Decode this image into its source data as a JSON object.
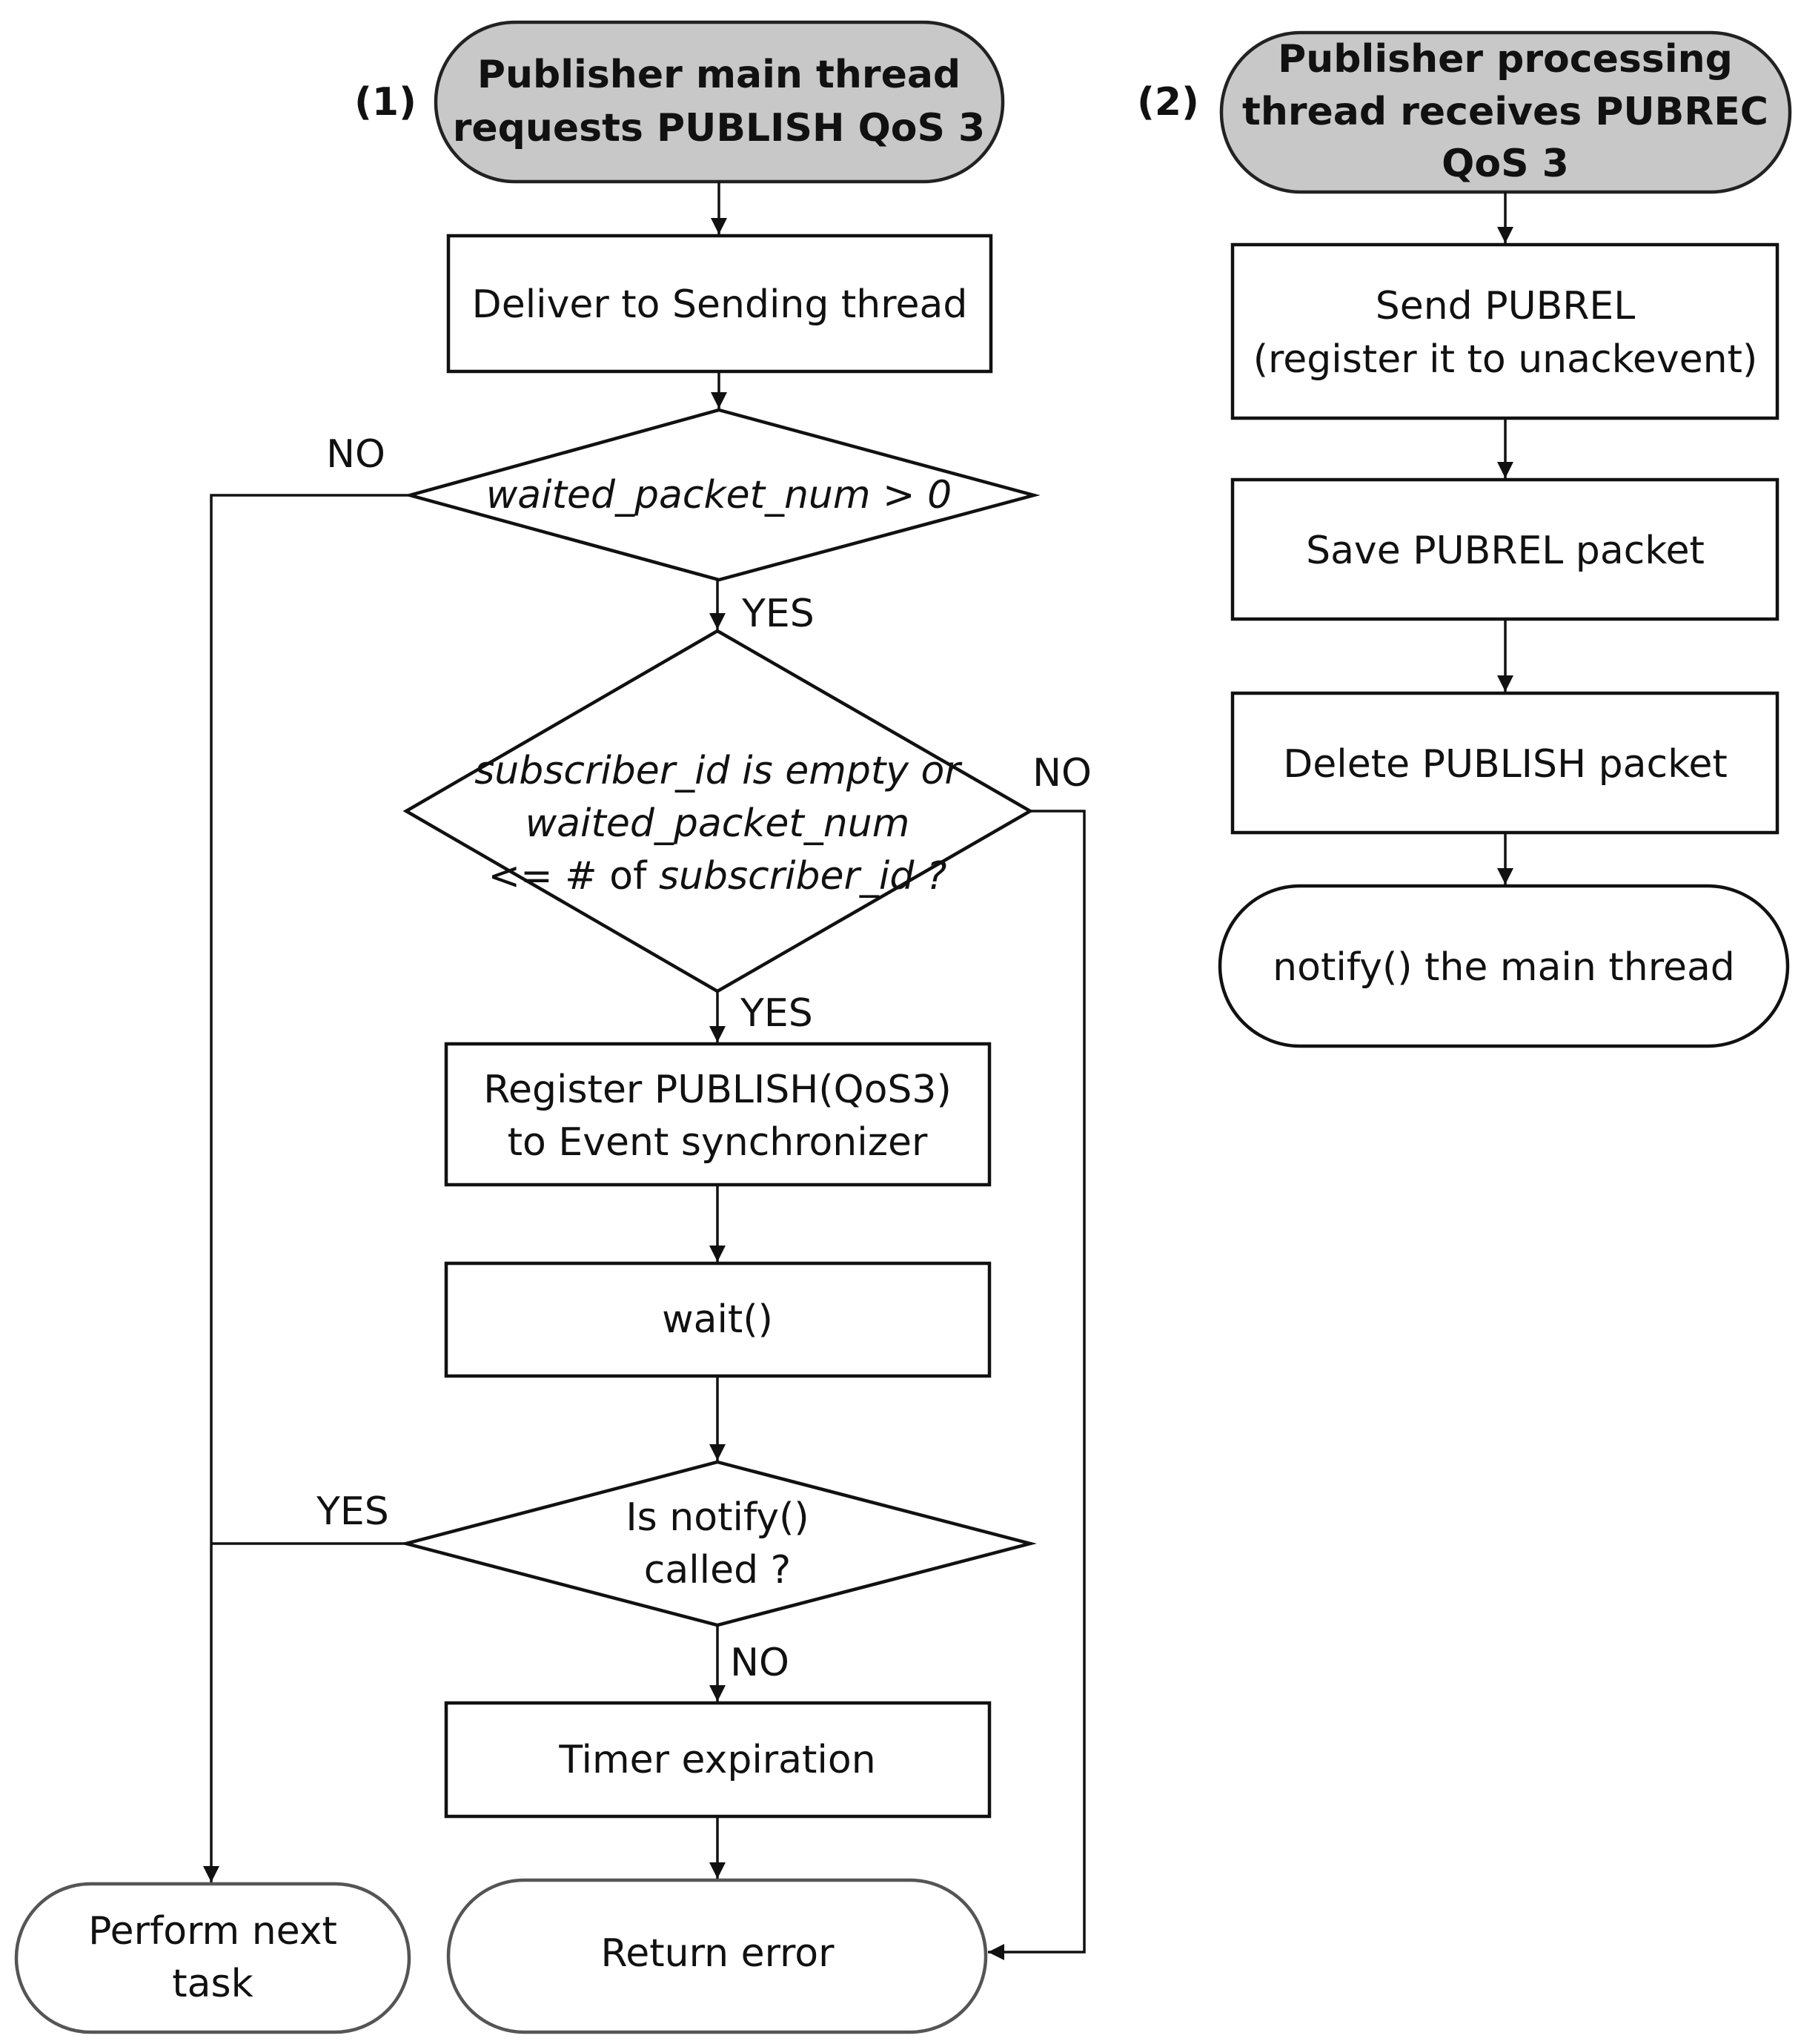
{
  "colors": {
    "start_fill": "#c8c8c8",
    "box_fill": "#ffffff",
    "stroke": "#111111"
  },
  "left_flow": {
    "marker": "(1)",
    "start": {
      "line1": "Publisher main thread",
      "line2": "requests PUBLISH QoS 3"
    },
    "deliver": "Deliver to Sending thread",
    "decision1": "waited_packet_num > 0",
    "decision2": {
      "line1": "subscriber_id is empty  or",
      "line2": "waited_packet_num",
      "line3_plain": "<= # of ",
      "line3_italic": "subscriber_id ?"
    },
    "register": {
      "line1": "Register PUBLISH(QoS3)",
      "line2": "to Event synchronizer"
    },
    "wait": "wait()",
    "decision3": {
      "line1": "Is notify()",
      "line2": "called ?"
    },
    "timer": "Timer expiration",
    "perform_next": {
      "line1": "Perform next",
      "line2": "task"
    },
    "return_error": "Return error",
    "labels": {
      "no_d1": "NO",
      "yes_d1": "YES",
      "no_d2": "NO",
      "yes_d2": "YES",
      "yes_d3": "YES",
      "no_d3": "NO"
    }
  },
  "right_flow": {
    "marker": "(2)",
    "start": {
      "line1": "Publisher processing",
      "line2": "thread receives PUBREC",
      "line3": "QoS 3"
    },
    "send": {
      "line1": "Send PUBREL",
      "line2": "(register it to unackevent)"
    },
    "save": "Save PUBREL packet",
    "delete": "Delete PUBLISH packet",
    "notify": "notify() the main thread"
  }
}
